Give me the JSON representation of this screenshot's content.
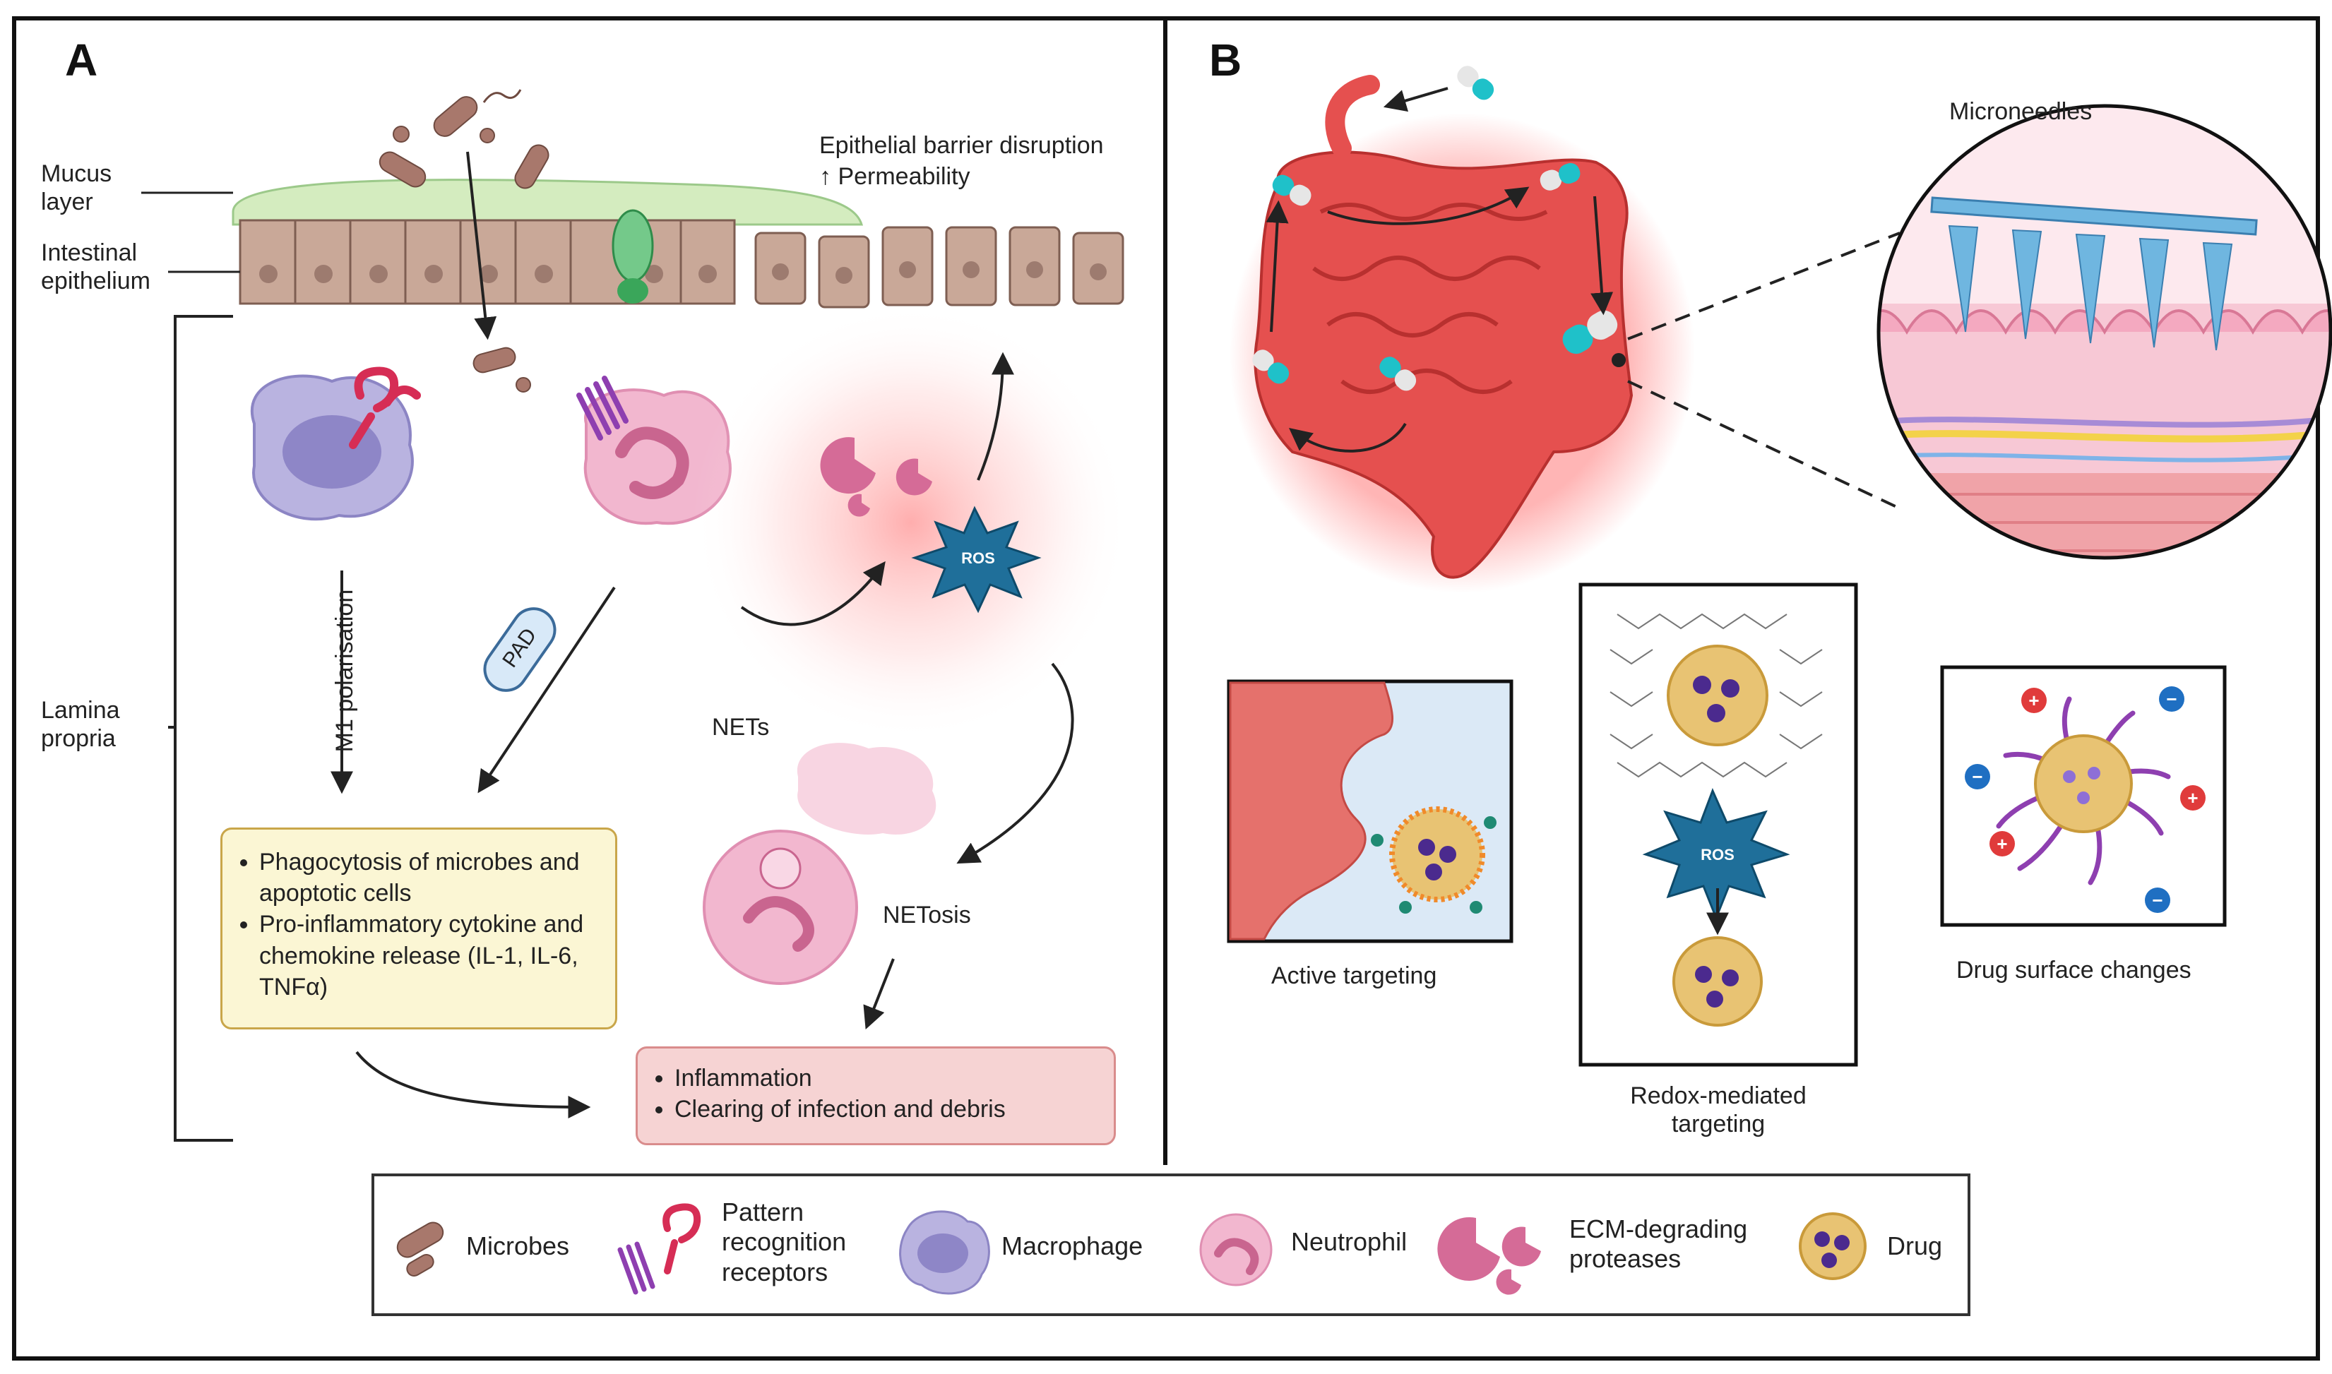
{
  "panel_a": {
    "letter": "A",
    "mucus_label": "Mucus\nlayer",
    "epithelium_label": "Intestinal\nepithelium",
    "barrier_label": "Epithelial barrier disruption",
    "permeability_label": "↑ Permeability",
    "lamina_label": "Lamina\npropria",
    "m1_label": "M1 polarisation",
    "pad_label": "PAD",
    "ros_label": "ROS",
    "nets_label": "NETs",
    "netosis_label": "NETosis",
    "macrophage_box": [
      "Phagocytosis of microbes and apoptotic cells",
      "Pro-inflammatory cytokine and chemokine release (IL-1, IL-6, TNFα)"
    ],
    "outcome_box": [
      "Inflammation",
      "Clearing of infection and debris"
    ]
  },
  "panel_b": {
    "letter": "B",
    "microneedles_label": "Microneedles",
    "active_label": "Active targeting",
    "redox_label": "Redox-mediated\ntargeting",
    "ros_label": "ROS",
    "surface_label": "Drug surface changes"
  },
  "legend": {
    "microbes": "Microbes",
    "prr": "Pattern\nrecognition\nreceptors",
    "macrophage": "Macrophage",
    "neutrophil": "Neutrophil",
    "ecm": "ECM-degrading\nproteases",
    "drug": "Drug"
  },
  "colors": {
    "mucus": "#d4ecbf",
    "epithelium": "#c9a898",
    "macrophage": "#b9b3e0",
    "neutrophil": "#f2b7cf",
    "protease": "#d56b97",
    "ros": "#1f6f9a",
    "macrophage_box": "#fbf6d4",
    "outcome_box": "#f6d3d3",
    "intestine": "#e5504f",
    "drug": "#e8c373",
    "drug_core": "#4b2a8e"
  }
}
